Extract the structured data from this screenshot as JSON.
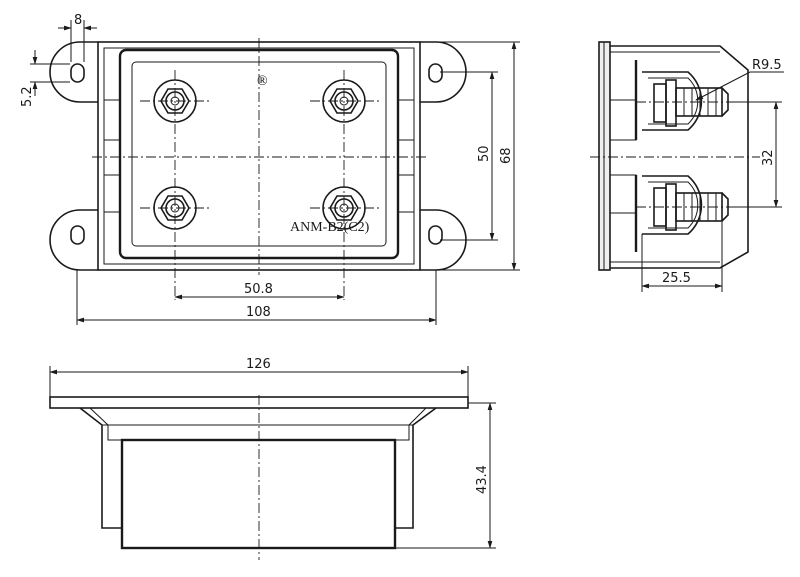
{
  "labels": {
    "part_marking": "ANM-B2(C2)",
    "registered_mark": "®"
  },
  "dimensions": {
    "hole_width": "8",
    "hole_height": "5.2",
    "stud_spacing": "50.8",
    "mount_spacing": "108",
    "inner_height": "50",
    "total_height": "68",
    "side_radius": "R9.5",
    "side_stud_spacing": "32",
    "side_depth": "25.5",
    "flange_width": "126",
    "body_height": "43.4"
  }
}
